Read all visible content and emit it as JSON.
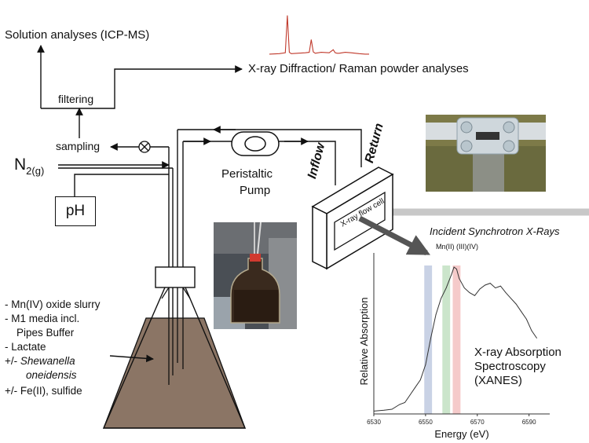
{
  "labels": {
    "solution": "Solution analyses (ICP-MS)",
    "xrd": "X-ray Diffraction/ Raman powder analyses",
    "filtering": "filtering",
    "sampling": "sampling",
    "n2_main": "N",
    "n2_sub": "2(g)",
    "ph": "pH",
    "pump_line1": "Peristaltic",
    "pump_line2": "Pump",
    "inflow": "Inflow",
    "return": "Return",
    "flowcell": "X-ray flow cell",
    "incident": "Incident Synchrotron X-Rays",
    "mn_states": "Mn(II) (III)(IV)",
    "xas_line1": "X-ray Absorption",
    "xas_line2": "Spectroscopy",
    "xas_line3": "(XANES)"
  },
  "contents": {
    "item1": "- Mn(IV) oxide slurry",
    "item2": "- M1 media incl.",
    "item3": "Pipes Buffer",
    "item4": "- Lactate",
    "item5_prefix": "+/- ",
    "item5_italic": "Shewanella",
    "item6_italic": "oneidensis",
    "item7": "+/- Fe(II), sulfide"
  },
  "colors": {
    "line": "#111111",
    "flask_fill": "#8b7565",
    "xrd_trace": "#c0392b",
    "band_mn2": "#b7c3dc",
    "band_mn3": "#b9dcb9",
    "band_mn4": "#f2b8b8",
    "beam": "#c8c8c8",
    "outlet_arrow": "#555555"
  },
  "chart_data": [
    {
      "type": "line",
      "title": "",
      "xlabel": "Energy (eV)",
      "ylabel": "Relative Absorption",
      "xticks": [
        "6530",
        "6550",
        "6570",
        "6590"
      ],
      "xlim": [
        6530,
        6598
      ],
      "ylim": [
        0,
        1.7
      ],
      "grid": false,
      "bands": [
        {
          "x0": 6549.5,
          "x1": 6552.5,
          "color": "#b7c3dc"
        },
        {
          "x0": 6556.5,
          "x1": 6559.5,
          "color": "#b9dcb9"
        },
        {
          "x0": 6560.5,
          "x1": 6563.5,
          "color": "#f2b8b8"
        }
      ],
      "series": [
        {
          "x": [
            6530,
            6534,
            6537,
            6540,
            6542,
            6544,
            6546,
            6548,
            6550,
            6552,
            6554,
            6556,
            6558,
            6560,
            6561,
            6562,
            6563,
            6565,
            6567,
            6569,
            6571,
            6573,
            6575,
            6577,
            6579,
            6581,
            6583,
            6585,
            6587,
            6589,
            6591,
            6593
          ],
          "y": [
            0.03,
            0.04,
            0.05,
            0.1,
            0.12,
            0.2,
            0.28,
            0.36,
            0.52,
            0.8,
            1.05,
            1.22,
            1.33,
            1.47,
            1.55,
            1.53,
            1.43,
            1.33,
            1.28,
            1.25,
            1.32,
            1.36,
            1.38,
            1.33,
            1.35,
            1.28,
            1.22,
            1.16,
            1.08,
            1.0,
            0.88,
            0.8
          ]
        }
      ]
    },
    {
      "type": "line",
      "title": "",
      "xlabel": "",
      "ylabel": "",
      "xlim": [
        0,
        100
      ],
      "ylim": [
        0,
        1
      ],
      "grid": false,
      "series": [
        {
          "x": [
            0,
            10,
            16,
            18,
            20,
            22,
            28,
            36,
            40,
            42,
            44,
            46,
            52,
            60,
            64,
            66,
            68,
            70,
            76,
            82,
            90,
            96,
            100
          ],
          "y": [
            0.02,
            0.03,
            0.05,
            0.9,
            0.06,
            0.03,
            0.04,
            0.05,
            0.06,
            0.35,
            0.07,
            0.04,
            0.06,
            0.05,
            0.12,
            0.05,
            0.04,
            0.04,
            0.06,
            0.05,
            0.03,
            0.02,
            0.02
          ]
        }
      ]
    }
  ]
}
